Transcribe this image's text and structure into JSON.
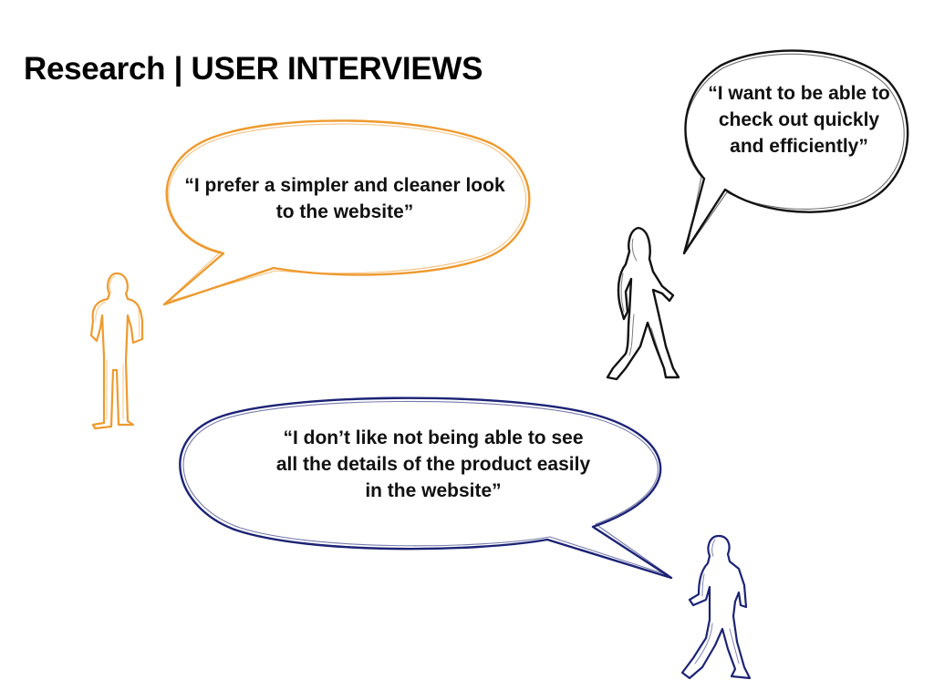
{
  "slide": {
    "title": "Research | USER INTERVIEWS"
  },
  "interviews": [
    {
      "quote": "“I prefer a simpler and cleaner look to the website”",
      "color": "#EE9A2E",
      "figure": "standing-person-icon"
    },
    {
      "quote": "“I want to be able to check out quickly and efficiently”",
      "color": "#111111",
      "figure": "walking-woman-icon"
    },
    {
      "quote": "“I don’t like not being able to see all the details of the product easily in the website”",
      "color": "#1C2375",
      "figure": "walking-person-icon"
    }
  ]
}
